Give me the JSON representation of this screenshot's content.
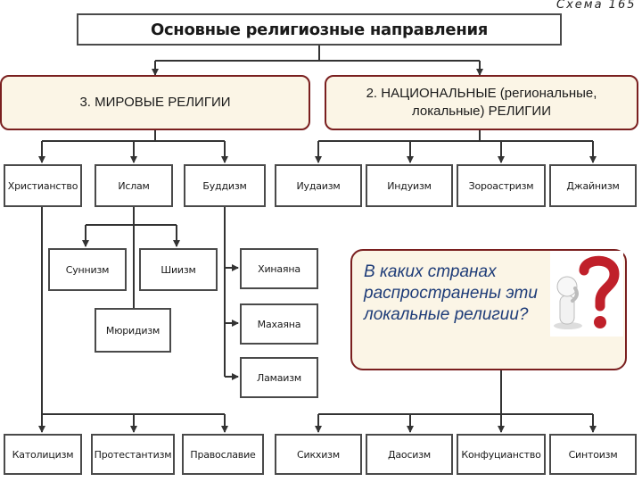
{
  "scheme_label": "Схема 165",
  "title": "Основные религиозные направления",
  "categories": {
    "world": "3. МИРОВЫЕ РЕЛИГИИ",
    "national": "2. НАЦИОНАЛЬНЫЕ (региональные, локальные) РЕЛИГИИ"
  },
  "top_row": [
    "Христианство",
    "Ислам",
    "Буддизм",
    "Иудаизм",
    "Индуизм",
    "Зороастризм",
    "Джайнизм"
  ],
  "islam_branches": [
    "Суннизм",
    "Шиизм",
    "Мюридизм"
  ],
  "buddhism_branches": [
    "Хинаяна",
    "Махаяна",
    "Ламаизм"
  ],
  "bottom_row": [
    "Католицизм",
    "Протестантизм",
    "Православие",
    "Сикхизм",
    "Даосизм",
    "Конфуцианство",
    "Синтоизм"
  ],
  "question": "В каких странах распространены эти локальные религии?",
  "colors": {
    "border": "#4a4a4a",
    "highlight_border": "#7a1f1f",
    "highlight_fill": "#fbf5e6",
    "question_text": "#1e3c78",
    "question_icon": "#c0202a"
  }
}
